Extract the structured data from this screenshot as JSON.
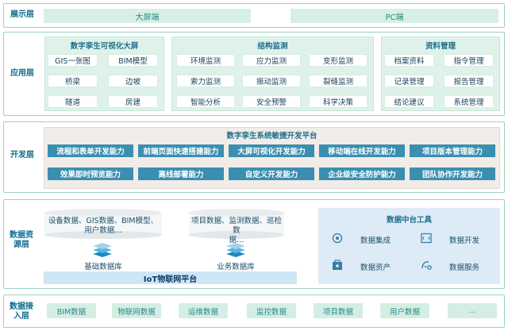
{
  "layers": {
    "display": "展示层",
    "application": "应用层",
    "development": "开发层",
    "data_resource": "数据资源层",
    "data_ingest": "数据接入层"
  },
  "display": {
    "items": [
      "大屏端",
      "PC端"
    ]
  },
  "application": {
    "twin": {
      "title": "数字孪生可视化大屏",
      "items": [
        "GIS一张图",
        "BIM模型",
        "桥梁",
        "边坡",
        "隧道",
        "房建"
      ]
    },
    "monitor": {
      "title": "结构监测",
      "items": [
        "环境监测",
        "应力监测",
        "变形监测",
        "索力监测",
        "振动监测",
        "裂缝监测",
        "智能分析",
        "安全预警",
        "科学决策"
      ]
    },
    "docs": {
      "title": "资料管理",
      "items": [
        "档案资料",
        "指令管理",
        "记录管理",
        "报告管理",
        "结论建议",
        "系统管理"
      ]
    }
  },
  "development": {
    "title": "数字孪生系统敏捷开发平台",
    "items": [
      "流程和表单开发能力",
      "前端页面快速搭建能力",
      "大屏可视化开发能力",
      "移动端在线开发能力",
      "项目版本管理能力",
      "效果即时预览能力",
      "离线部署能力",
      "自定义开发能力",
      "企业级安全防护能力",
      "团队协作开发能力"
    ]
  },
  "data_resource": {
    "base_db": {
      "content_lines": [
        "设备数据、GIS数据、BIM模型、",
        "用户数据…"
      ],
      "label": "基础数据库"
    },
    "biz_db": {
      "content_lines": [
        "项目数据、监测数据、巡检数",
        "据…"
      ],
      "label": "业务数据库"
    },
    "iot": "IoT物联网平台",
    "tools": {
      "title": "数据中台工具",
      "items": [
        {
          "label": "数据集成",
          "icon": "data-integration-icon"
        },
        {
          "label": "数据开发",
          "icon": "data-development-icon"
        },
        {
          "label": "数据资产",
          "icon": "data-asset-icon"
        },
        {
          "label": "数据服务",
          "icon": "data-service-icon"
        }
      ]
    }
  },
  "data_ingest": {
    "items": [
      "BIM数据",
      "物联网数据",
      "运维数据",
      "监控数据",
      "项目数据",
      "用户数据",
      "..."
    ]
  },
  "colors": {
    "layer_border": "#9bd3bf",
    "layer_label": "#0d6b8f",
    "app_panel": "#def2ea",
    "dev_cell": "#3a8fb0",
    "tool_panel": "#dcebf6",
    "iot_bar": "#cfe6f5"
  }
}
